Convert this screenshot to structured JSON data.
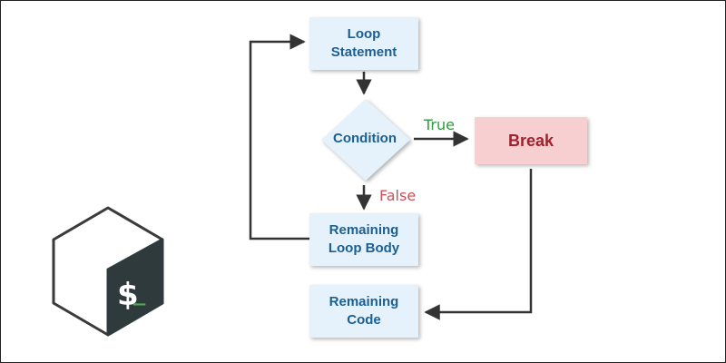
{
  "nodes": {
    "loop_statement": {
      "line1": "Loop",
      "line2": "Statement"
    },
    "condition": "Condition",
    "break": "Break",
    "remaining_loop_body": {
      "line1": "Remaining",
      "line2": "Loop Body"
    },
    "remaining_code": {
      "line1": "Remaining",
      "line2": "Code"
    }
  },
  "edges": {
    "true_label": "True",
    "false_label": "False"
  },
  "logo": {
    "prompt": "$",
    "cursor": "_"
  },
  "colors": {
    "box_fill": "#e6f2fb",
    "box_text": "#1b5f93",
    "break_fill": "#f8cfd0",
    "break_text": "#a41f2b",
    "true_label": "#2e9a3c",
    "false_label": "#c9525a",
    "arrow": "#333333"
  }
}
